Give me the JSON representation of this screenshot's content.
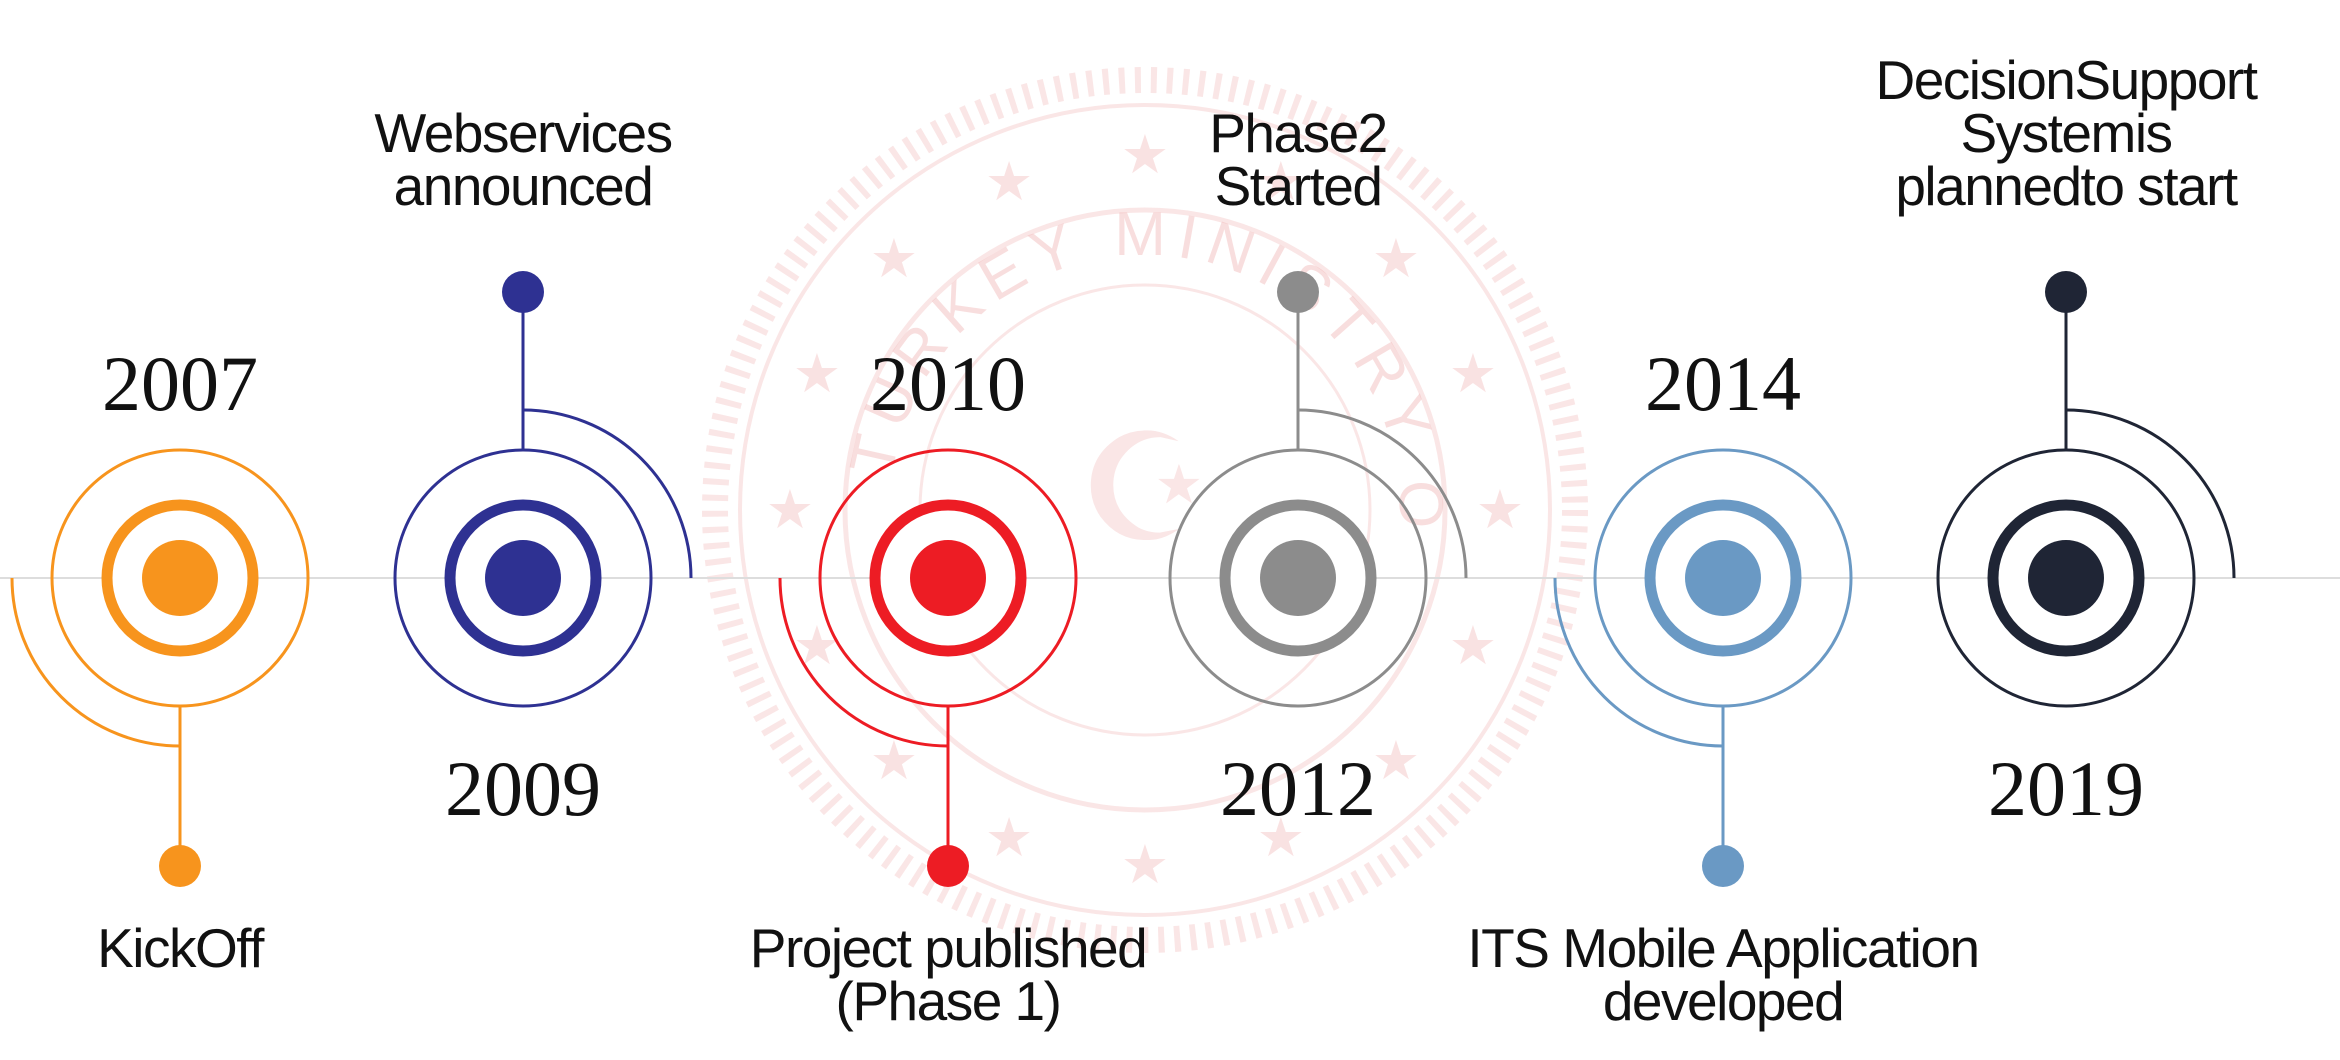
{
  "colors": {
    "axis": "#dddddd",
    "watermark": "#f1b8b8"
  },
  "watermark": {
    "icon": "ministry-seal",
    "text": "TURKEY MINISTRY OF"
  },
  "milestones": [
    {
      "year": "2007",
      "label_lines": [
        "KickOff"
      ],
      "color": "#f7941d",
      "orientation": "down"
    },
    {
      "year": "2009",
      "label_lines": [
        "Webservices",
        "announced"
      ],
      "color": "#2e3192",
      "orientation": "up"
    },
    {
      "year": "2010",
      "label_lines": [
        "Project published",
        "(Phase 1)"
      ],
      "color": "#ed1c24",
      "orientation": "down"
    },
    {
      "year": "2012",
      "label_lines": [
        "Phase2",
        "Started"
      ],
      "color": "#8c8c8c",
      "orientation": "up"
    },
    {
      "year": "2014",
      "label_lines": [
        "ITS Mobile Application",
        "developed"
      ],
      "color": "#6a99c4",
      "orientation": "down"
    },
    {
      "year": "2019",
      "label_lines": [
        "DecisionSupport",
        "Systemis",
        "plannedto start"
      ],
      "color": "#1f2535",
      "orientation": "up"
    }
  ]
}
